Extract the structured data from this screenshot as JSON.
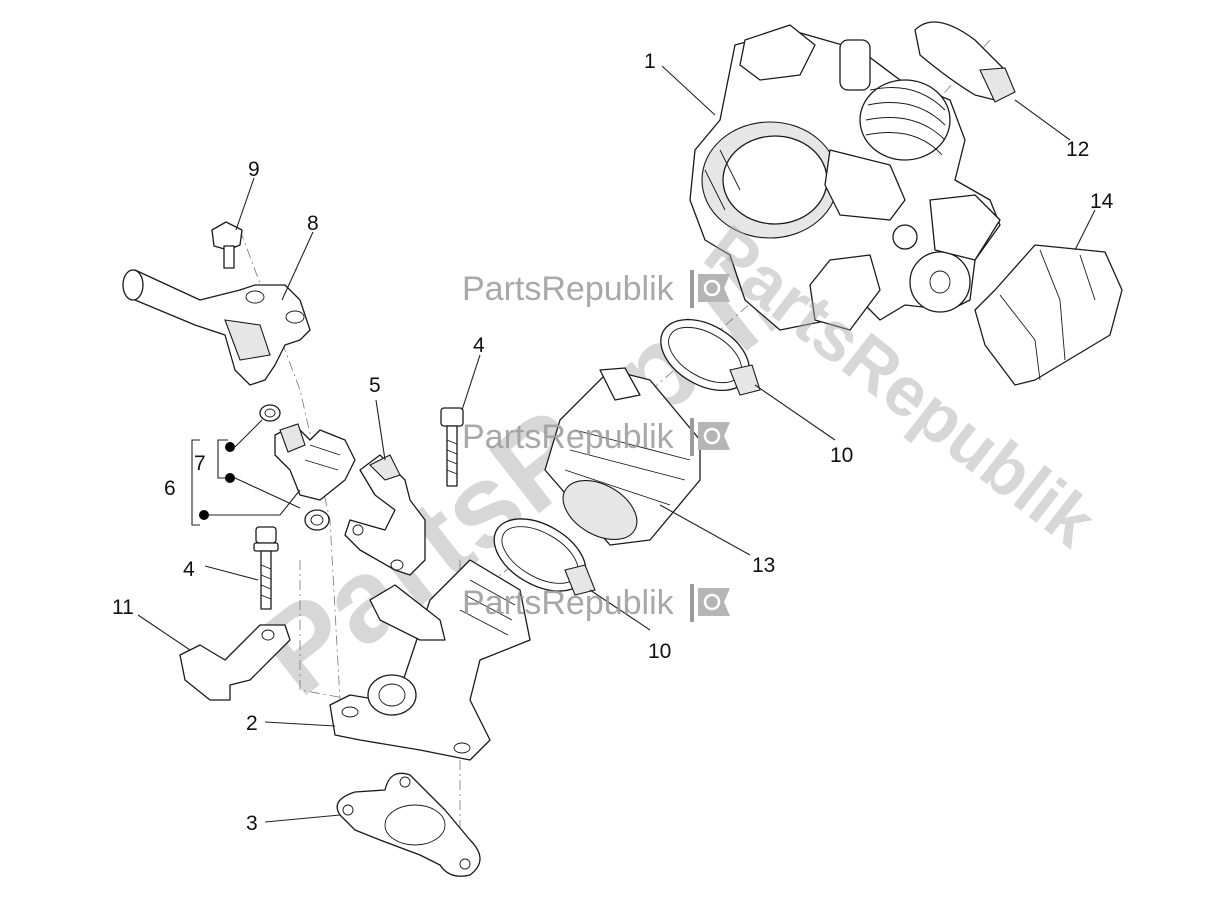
{
  "watermark": {
    "text": "PartsRepublik",
    "big_text": "PartsRepublik"
  },
  "callouts": {
    "c1": "1",
    "c2": "2",
    "c3": "3",
    "c4a": "4",
    "c4b": "4",
    "c5": "5",
    "c6": "6",
    "c7": "7",
    "c8": "8",
    "c9": "9",
    "c10a": "10",
    "c10b": "10",
    "c11": "11",
    "c12": "12",
    "c13": "13",
    "c14": "14"
  }
}
